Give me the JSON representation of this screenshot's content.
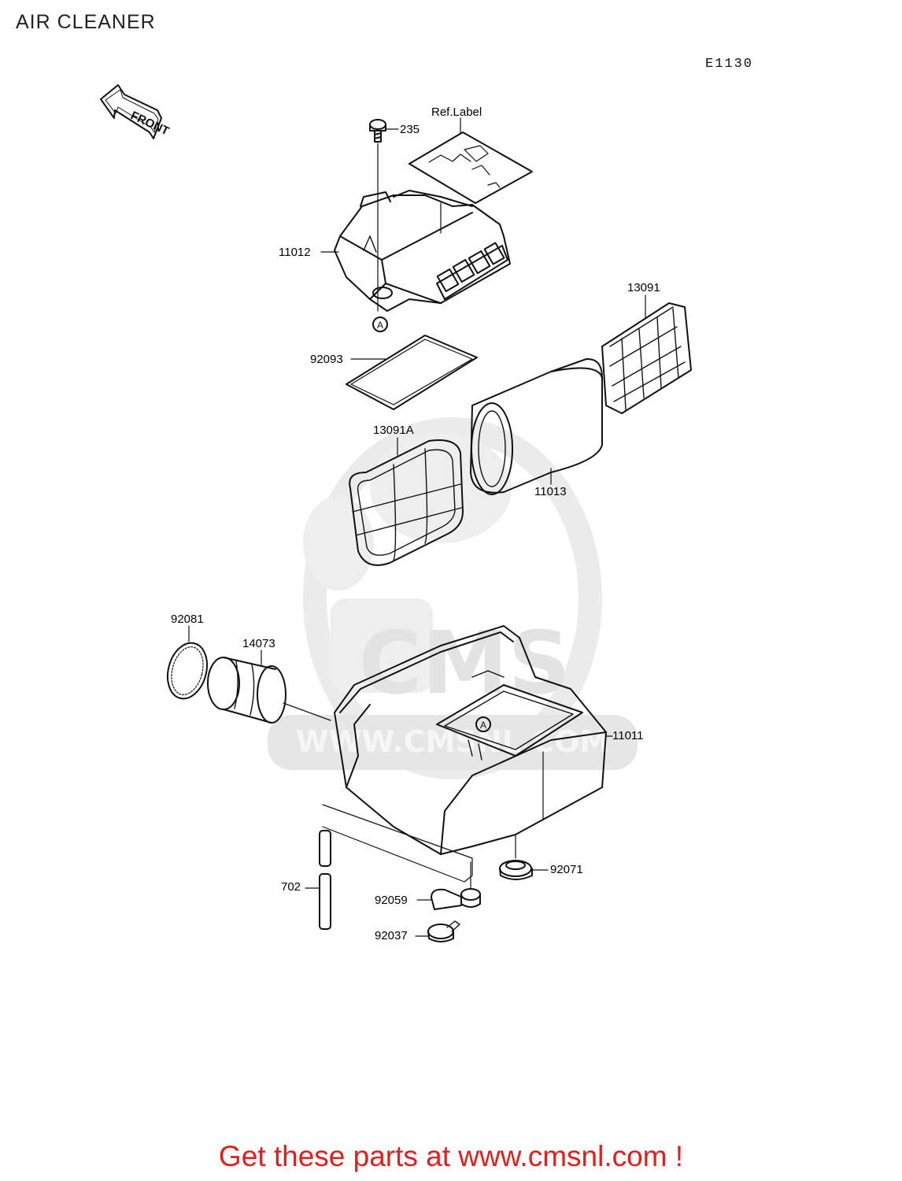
{
  "page": {
    "title": "AIR CLEANER",
    "diagram_code": "E1130",
    "promo": "Get these parts at www.cmsnl.com !"
  },
  "front_arrow": {
    "label": "FRONT"
  },
  "watermark": {
    "text": "WWW.CMSNL.COM",
    "logo_text": "CMS"
  },
  "callouts": {
    "ref_label": "Ref.Label",
    "p235": "235",
    "p11012": "11012",
    "p13091": "13091",
    "p92093": "92093",
    "p13091A": "13091A",
    "p11013": "11013",
    "p92081": "92081",
    "p14073": "14073",
    "p11011": "11011",
    "p92071": "92071",
    "p702": "702",
    "p92059": "92059",
    "p92037": "92037",
    "ref_a": "A"
  },
  "colors": {
    "promo": "#e0201c",
    "linework": "#111111",
    "watermark": "#e8e8e8"
  }
}
